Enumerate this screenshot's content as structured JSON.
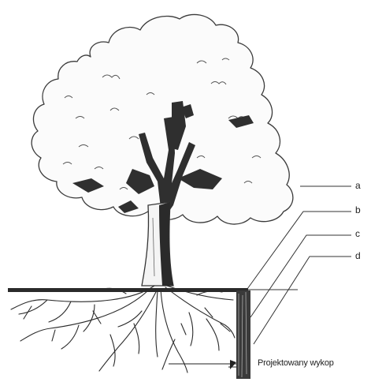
{
  "diagram": {
    "labels": {
      "a": "a",
      "b": "b",
      "c": "c",
      "d": "d"
    },
    "caption": "Projektowany wykop"
  }
}
